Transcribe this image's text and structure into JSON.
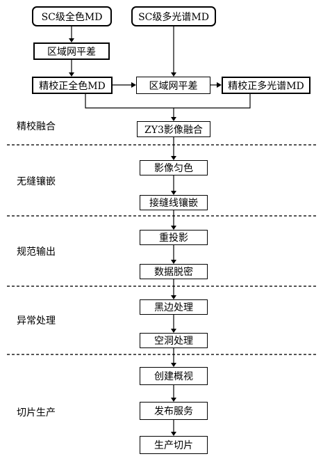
{
  "nodes": {
    "sc_pan_md": "SC级全色MD",
    "sc_ms_md": "SC级多光谱MD",
    "block_adjust_1": "区域网平差",
    "precise_pan_md": "精校正全色MD",
    "block_adjust_2": "区域网平差",
    "precise_ms_md": "精校正多光谱MD",
    "zy3_fusion": "ZY3影像融合",
    "color_balance": "影像匀色",
    "seamline_mosaic": "接缝线镶嵌",
    "reprojection": "重投影",
    "desensitization": "数据脱密",
    "black_edge": "黑边处理",
    "hole_process": "空洞处理",
    "create_overview": "创建概视",
    "publish_service": "发布服务",
    "produce_tiles": "生产切片"
  },
  "stages": {
    "precise_fusion": "精校融合",
    "seamless_mosaic": "无缝镶嵌",
    "standard_output": "规范输出",
    "exception_handling": "异常处理",
    "tile_production": "切片生产"
  }
}
